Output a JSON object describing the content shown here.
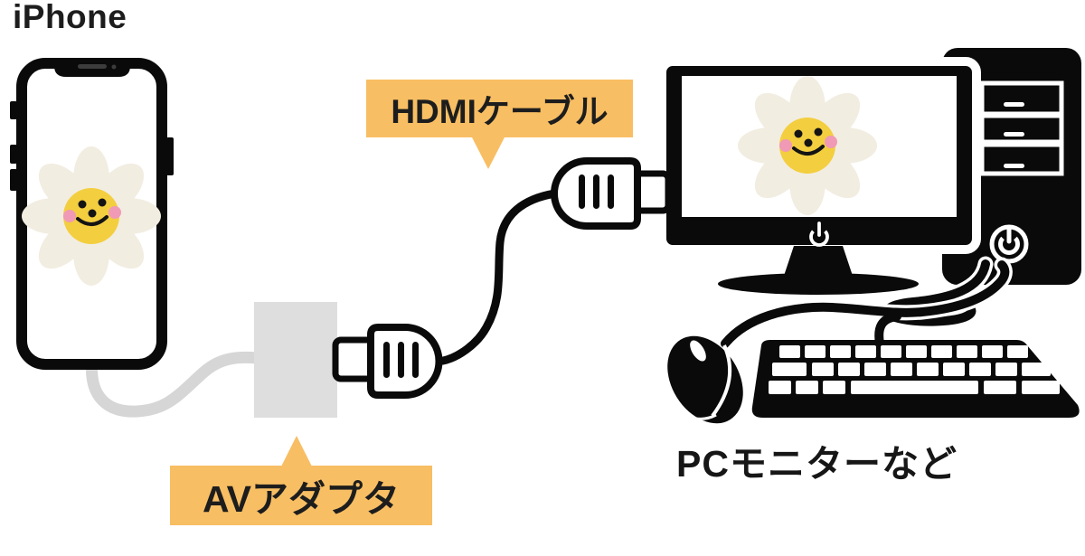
{
  "diagram": {
    "labels": {
      "iphone": "iPhone",
      "hdmi_cable": "HDMIケーブル",
      "av_adapter": "AVアダプタ",
      "pc_monitor": "PCモニターなど"
    },
    "colors": {
      "background": "#FFFFFF",
      "label_bg": "#F8BE63",
      "label_text": "#1D1D1D",
      "ink": "#0A0A0A",
      "adapter_gray": "#DEDEDE",
      "cable_gray": "#D6D6D6",
      "petal_cream": "#F2EDE1",
      "flower_yellow": "#F3CE3F",
      "cheek_pink": "#F09AB5",
      "face_ink": "#141414"
    },
    "icons": {
      "phone": "iphone-outline-icon",
      "flower": "smiling-daisy-icon",
      "adapter": "av-adapter-box",
      "plug": "hdmi-plug-icon",
      "monitor": "desktop-monitor-icon",
      "tower": "pc-tower-icon",
      "keyboard": "keyboard-icon",
      "mouse": "mouse-icon",
      "power": "power-icon"
    }
  }
}
